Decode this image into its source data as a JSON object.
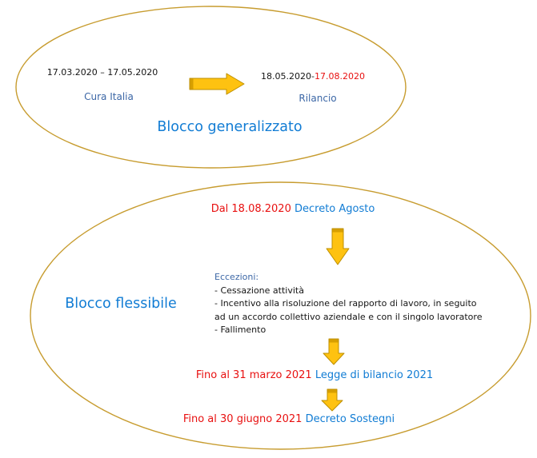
{
  "diagram": {
    "top_ellipse": {
      "title": "Blocco generalizzato",
      "period1": {
        "date": "17.03.2020 – 17.05.2020",
        "decree": "Cura Italia"
      },
      "period2": {
        "date_black": "18.05.2020-",
        "date_red": "17.08.2020",
        "decree": "Rilancio"
      }
    },
    "bottom_ellipse": {
      "title": "Blocco flessibile",
      "step1": {
        "date": "Dal 18.08.2020 ",
        "decree": "Decreto Agosto"
      },
      "exceptions": {
        "heading": "Eccezioni:",
        "lines": [
          "- Cessazione attività",
          "- Incentivo alla risoluzione del rapporto di lavoro, in seguito",
          "ad un accordo collettivo aziendale e con il singolo lavoratore",
          "- Fallimento"
        ]
      },
      "step2": {
        "date": "Fino al 31 marzo 2021 ",
        "decree": "Legge di bilancio 2021"
      },
      "step3": {
        "date": "Fino al 30 giugno 2021 ",
        "decree": "Decreto Sostegni"
      }
    },
    "colors": {
      "ellipse_outline": "#c79c2f",
      "arrow_fill": "#fec211",
      "arrow_outline": "#bd8f00",
      "arrow_shade": "#d79f00",
      "date_red": "#e81010",
      "decree_blue": "#117cd4",
      "label_blue": "#3c67a6",
      "text_black": "#141414"
    }
  }
}
